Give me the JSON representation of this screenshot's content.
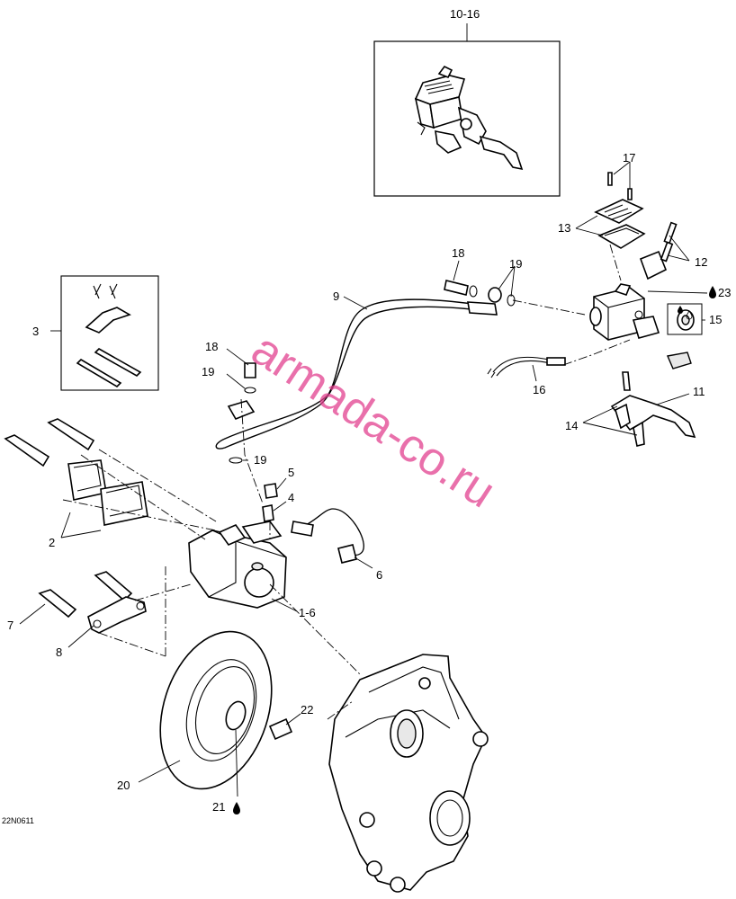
{
  "drawing_code": "22N0611",
  "watermark": "armada-co.ru",
  "callouts": [
    {
      "id": "c-10-16",
      "text": "10-16"
    },
    {
      "id": "c-17",
      "text": "17"
    },
    {
      "id": "c-13",
      "text": "13"
    },
    {
      "id": "c-12",
      "text": "12"
    },
    {
      "id": "c-18a",
      "text": "18"
    },
    {
      "id": "c-19a",
      "text": "19"
    },
    {
      "id": "c-9",
      "text": "9"
    },
    {
      "id": "c-23",
      "text": "23"
    },
    {
      "id": "c-15",
      "text": "15"
    },
    {
      "id": "c-3",
      "text": "3"
    },
    {
      "id": "c-18b",
      "text": "18"
    },
    {
      "id": "c-19b",
      "text": "19"
    },
    {
      "id": "c-16",
      "text": "16"
    },
    {
      "id": "c-11",
      "text": "11"
    },
    {
      "id": "c-14",
      "text": "14"
    },
    {
      "id": "c-19c",
      "text": "19"
    },
    {
      "id": "c-5",
      "text": "5"
    },
    {
      "id": "c-4",
      "text": "4"
    },
    {
      "id": "c-2",
      "text": "2"
    },
    {
      "id": "c-6",
      "text": "6"
    },
    {
      "id": "c-7",
      "text": "7"
    },
    {
      "id": "c-1-6",
      "text": "1-6"
    },
    {
      "id": "c-8",
      "text": "8"
    },
    {
      "id": "c-22",
      "text": "22"
    },
    {
      "id": "c-20",
      "text": "20"
    },
    {
      "id": "c-21",
      "text": "21"
    }
  ],
  "icons": {
    "lubricant": "oil-drop-icon",
    "fluid_symbol": "fluid-drops-icon"
  }
}
